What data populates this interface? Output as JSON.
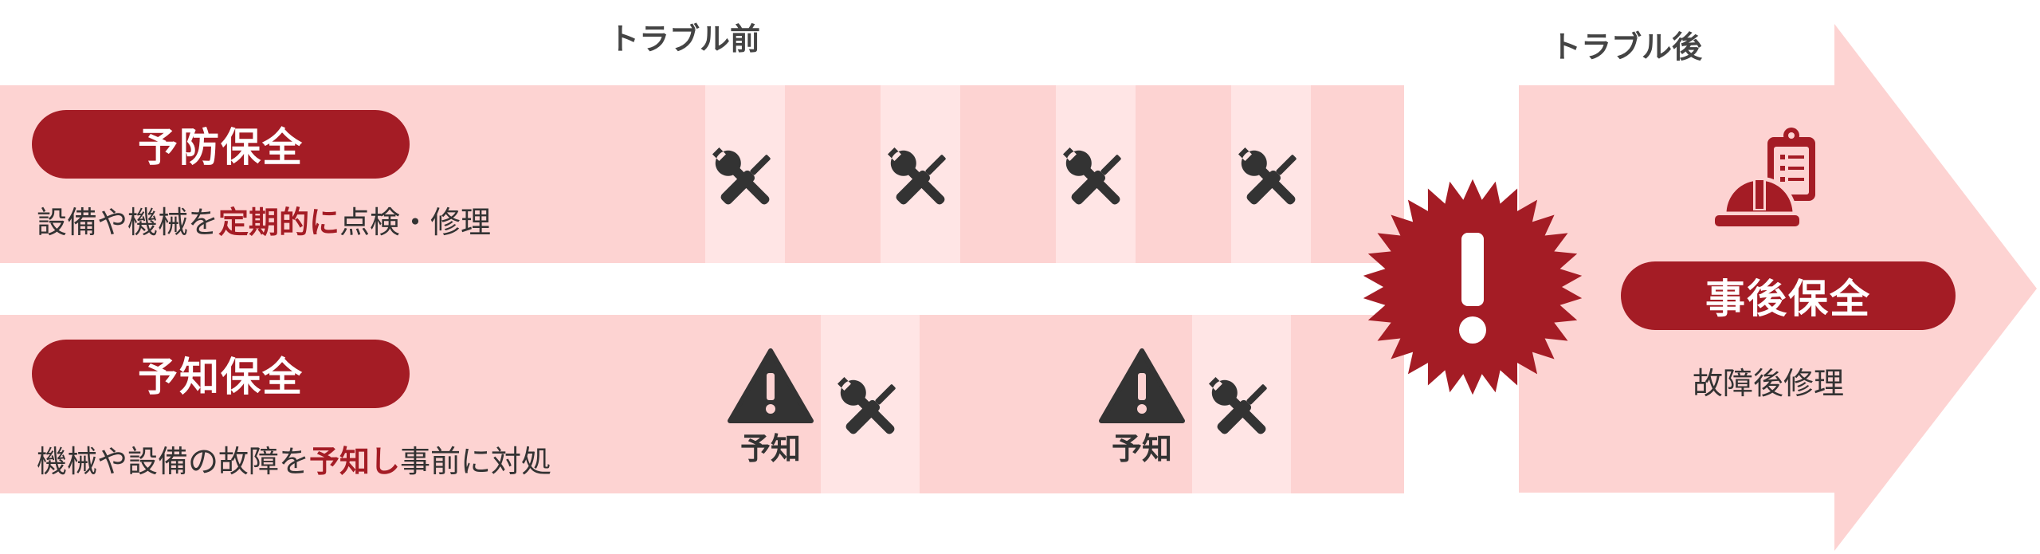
{
  "phases": {
    "before": "トラブル前",
    "after": "トラブル後"
  },
  "preventive": {
    "title": "予防保全",
    "desc_pre": "設備や機械を",
    "desc_em": "定期的に",
    "desc_post": "点検・修理"
  },
  "predictive": {
    "title": "予知保全",
    "desc_pre": "機械や設備の故障を",
    "desc_em": "予知し",
    "desc_post": "事前に対処",
    "warning_label": "予知"
  },
  "corrective": {
    "title": "事後保全",
    "desc": "故障後修理"
  },
  "icons": {
    "tool": "screwdriver-wrench-icon",
    "warning": "warning-triangle-icon",
    "trouble": "exclamation-burst-icon",
    "worker": "hardhat-clipboard-icon"
  },
  "colors": {
    "band": "#fdd3d2",
    "slot": "#ffe5e5",
    "accent": "#a41c25",
    "icon": "#333333"
  }
}
